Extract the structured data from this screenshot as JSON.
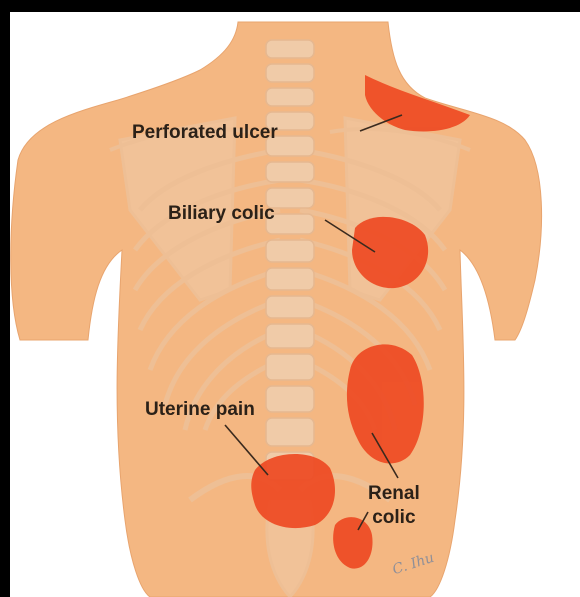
{
  "labels": {
    "perforated_ulcer": "Perforated ulcer",
    "biliary_colic": "Biliary colic",
    "uterine_pain": "Uterine pain",
    "renal_colic": "Renal\ncolic"
  },
  "signature": "C. Ihu",
  "colors": {
    "background": "#000000",
    "skin": "#f4b782",
    "bone": "#efc49d",
    "pain_area": "#ee4a23",
    "label_text": "#2b2118",
    "leader_line": "#3a2a1e",
    "canvas_white": "#ffffff"
  }
}
